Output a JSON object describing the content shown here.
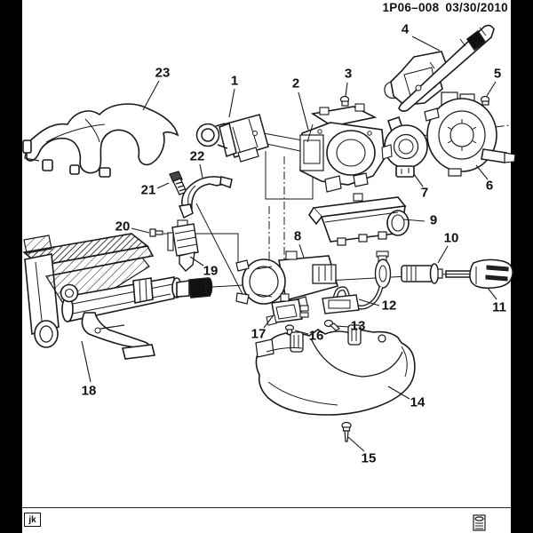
{
  "header": {
    "code": "1P06–008",
    "date": "03/30/2010"
  },
  "footer": {
    "tag": "jk"
  },
  "diagram": {
    "type": "exploded-parts-diagram",
    "subject": "steering column assembly",
    "colors": {
      "ink": "#1a1a1a",
      "paper": "#ffffff",
      "matte": "#000000"
    },
    "callouts": {
      "c1": "1",
      "c2": "2",
      "c3": "3",
      "c4": "4",
      "c5": "5",
      "c6": "6",
      "c7": "7",
      "c8": "8",
      "c9": "9",
      "c10": "10",
      "c11": "11",
      "c12": "12",
      "c13": "13",
      "c14": "14",
      "c15": "15",
      "c16": "16",
      "c17": "17",
      "c18": "18",
      "c19": "19",
      "c20": "20",
      "c21": "21",
      "c22": "22",
      "c23": "23"
    }
  }
}
